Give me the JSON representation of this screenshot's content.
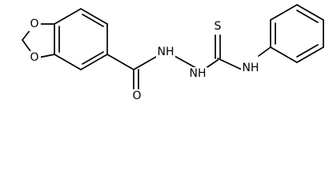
{
  "molecule": {
    "atoms": [
      {
        "id": "o1",
        "symbol": "O"
      },
      {
        "id": "o2",
        "symbol": "O"
      },
      {
        "id": "o3",
        "symbol": "O"
      },
      {
        "id": "nh1",
        "symbol": "NH"
      },
      {
        "id": "nh2",
        "symbol": "NH"
      },
      {
        "id": "s1",
        "symbol": "S"
      },
      {
        "id": "nh3",
        "symbol": "NH"
      }
    ]
  },
  "colors": {
    "bond": "#000000",
    "background": "#ffffff"
  }
}
